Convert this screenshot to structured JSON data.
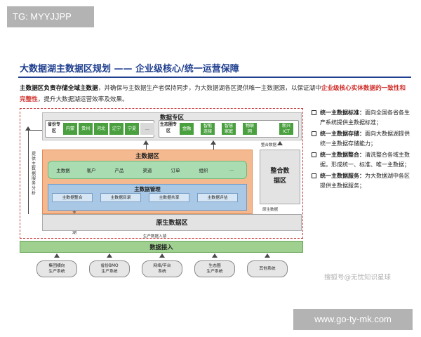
{
  "tag": "TG: MYYJJPP",
  "title": "大数据湖主数据区规划 —— 企业级核心/统一运营保障",
  "intro": {
    "part1_bold": "主数据区负责存储全域主数据",
    "part2": "，并确保与主数据生产者保持同步，为大数据湖各区提供唯一主数据源，以保证湖中",
    "part3_red": "企业级核心实体",
    "part4_bold": "数据的一致性和完整性",
    "part5": "，提升大数据湖运营效率及效果。"
  },
  "data_zone": {
    "title": "数据专区",
    "province_label": "省份专区",
    "province_items": [
      "内蒙",
      "贵州",
      "河北",
      "辽宁",
      "宁夏",
      "..."
    ],
    "eco_label": "生态圈专区",
    "eco_items": [
      "金融",
      "智能连接",
      "智慧家庭",
      "物联网",
      "新兴ICT"
    ]
  },
  "left_vertical_label": "提供主数据服务分析",
  "left_vertical_label2": "主数据入湖",
  "master_zone": {
    "title": "主数据区",
    "entities": [
      "主数据",
      "客户",
      "产品",
      "渠道",
      "订单",
      "组织",
      "..."
    ],
    "mgmt_title": "主数据管理",
    "mgmt_items": [
      "主数据整合",
      "主数据目录",
      "主数据共享",
      "主数据评估"
    ]
  },
  "integration_zone": {
    "line1": "整合数",
    "line2": "据区"
  },
  "integration_top_label": "整合数据",
  "integration_bottom_label": "原生数据",
  "raw_zone": {
    "title": "原生数据区"
  },
  "raw_to_lake_label": "生产数据入湖",
  "access": {
    "title": "数据接入"
  },
  "sources": [
    {
      "l1": "集团横向",
      "l2": "生产系统"
    },
    {
      "l1": "省份BMO",
      "l2": "生产系统"
    },
    {
      "l1": "网络/平台",
      "l2": "系统"
    },
    {
      "l1": "生态圈",
      "l2": "生产系统"
    },
    {
      "l1": "其他系统",
      "l2": ""
    }
  ],
  "right_list": [
    {
      "head": "统一主数据标准：",
      "body": "面向全国各省各生产系统提供主数据标准；"
    },
    {
      "head": "统一主数据存储：",
      "body": "面向大数据湖提供统一主数据存储能力；"
    },
    {
      "head": "统一主数据整合：",
      "body": "清洗整合各域主数据，形成统一、标准、唯一主数据；"
    },
    {
      "head": "统一主数据服务：",
      "body": "为大数据湖中各区提供主数据服务；"
    }
  ],
  "watermark_sohu": "搜狐号@无忧知识星球",
  "watermark_url": "www.go-ty-mk.com"
}
